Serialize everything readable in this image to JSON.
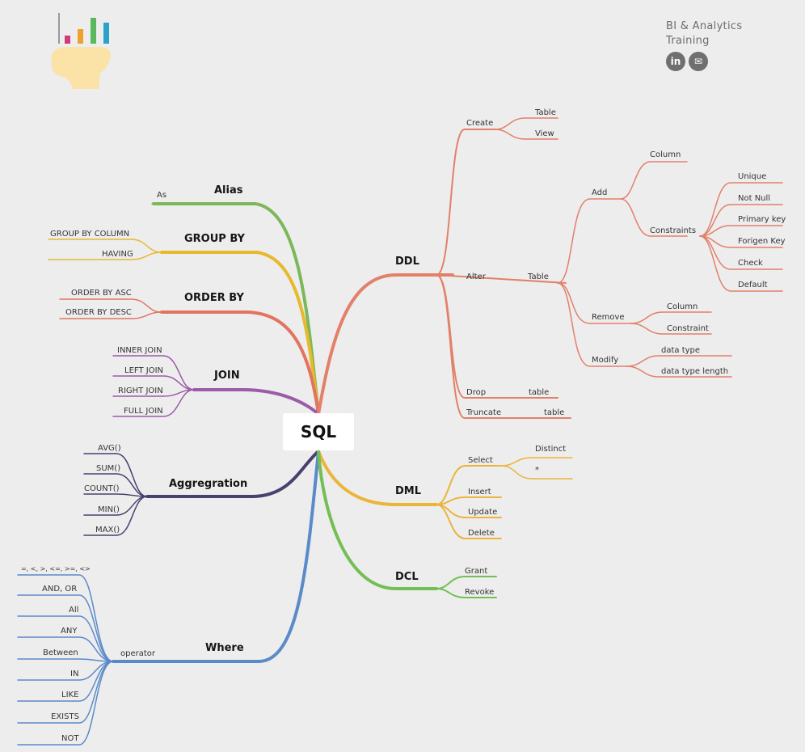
{
  "header": {
    "brand_line1": "BI & Analytics",
    "brand_line2": "Training",
    "social": [
      {
        "icon": "linkedin-icon",
        "label": "in"
      },
      {
        "icon": "mail-icon",
        "label": "✉"
      }
    ]
  },
  "logo": {
    "icon": "bar-chart-head-logo",
    "colors": [
      "#d23a7a",
      "#f0a030",
      "#5cb85c",
      "#2aa3c9"
    ]
  },
  "center": {
    "label": "SQL"
  },
  "branches": {
    "alias": {
      "label": "Alias",
      "color": "#7cb85a",
      "leaves": [
        "As"
      ]
    },
    "group_by": {
      "label": "GROUP BY",
      "color": "#e6b92e",
      "leaves": [
        "GROUP BY COLUMN",
        "HAVING"
      ]
    },
    "order_by": {
      "label": "ORDER BY",
      "color": "#e2745f",
      "leaves": [
        "ORDER BY ASC",
        "ORDER BY DESC"
      ]
    },
    "join": {
      "label": "JOIN",
      "color": "#9b5ba8",
      "leaves": [
        "INNER JOIN",
        "LEFT JOIN",
        "RIGHT JOIN",
        "FULL JOIN"
      ]
    },
    "aggregation": {
      "label": "Aggregration",
      "color": "#4b3f70",
      "leaves": [
        "AVG()",
        "SUM()",
        "COUNT()",
        "MIN()",
        "MAX()"
      ]
    },
    "where": {
      "label": "Where",
      "color": "#5b8ac9",
      "sub": "operator",
      "leaves": [
        "=, <, >, <=, >=, <>",
        "AND, OR",
        "All",
        "ANY",
        "Between",
        "IN",
        "LIKE",
        "EXISTS",
        "NOT"
      ]
    },
    "ddl": {
      "label": "DDL",
      "color": "#e2806a",
      "create": "Create",
      "create_items": [
        "Table",
        "View"
      ],
      "alter": "Alter",
      "alter_table": "Table",
      "add": "Add",
      "column": "Column",
      "constraints": "Constraints",
      "constraint_items": [
        "Unique",
        "Not Null",
        "Primary key",
        "Forigen Key",
        "Check",
        "Default"
      ],
      "remove": "Remove",
      "remove_items": [
        "Column",
        "Constraint"
      ],
      "modify": "Modify",
      "modify_items": [
        "data type",
        "data type length"
      ],
      "drop": "Drop",
      "drop_target": "table",
      "truncate": "Truncate",
      "truncate_target": "table"
    },
    "dml": {
      "label": "DML",
      "color": "#ebb43a",
      "select": "Select",
      "select_items": [
        "Distinct",
        "*"
      ],
      "items": [
        "Insert",
        "Update",
        "Delete"
      ]
    },
    "dcl": {
      "label": "DCL",
      "color": "#74bf55",
      "items": [
        "Grant",
        "Revoke"
      ]
    }
  }
}
